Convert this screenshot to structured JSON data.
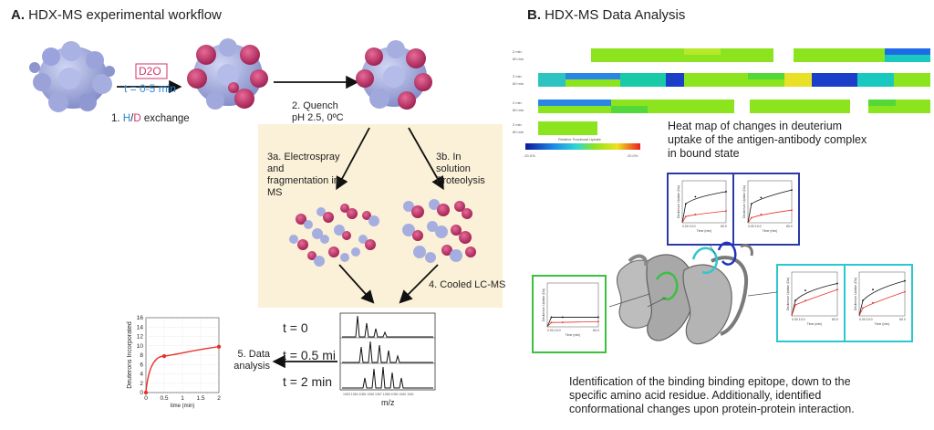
{
  "panel_a": {
    "title_letter": "A.",
    "title_text": "HDX-MS experimental workflow",
    "d2o_label": "D2O",
    "time_label": "t = 0-5 min",
    "step1_prefix": "1. ",
    "step1_h": "H",
    "step1_slash": "/",
    "step1_d": "D",
    "step1_suffix": " exchange",
    "step2_line1": "2. Quench",
    "step2_line2": "pH 2.5, 0ºC",
    "step3a": "3a. Electrospray and fragmentation in MS",
    "step3b": "3b. In solution Proteolysis",
    "step4": "4. Cooled LC-MS",
    "step5_line1": "5. Data",
    "step5_line2": "analysis",
    "spec_t0": "t = 0",
    "spec_t05": "t = 0.5 mi",
    "spec_t2": "t = 2 min",
    "spec_xlabel": "m/z"
  },
  "panel_b": {
    "title_letter": "B.",
    "title_text": "HDX-MS Data Analysis",
    "heatmap_caption": "Heat map of changes in deuterium uptake of the antigen-antibody complex in bound state",
    "colorbar_label": "Relative Fractional Uptake",
    "colorbar_min": "-20.0%",
    "colorbar_max": "20.0%",
    "bottom_caption": "Identification of the binding binding epitope, down to the specific amino acid residue. Additionally, identified conformational changes upon protein-protein interaction.",
    "inset_ylabel": "Deuterium Uptake (Da)",
    "inset_xlabel": "Time (min)",
    "inset_x0": "0.00",
    "inset_x1": "10.0",
    "inset_x2": "60.0",
    "row_label_2min": "2 min",
    "row_label_60min": "60 min"
  },
  "chart_data": {
    "type": "line",
    "title": "",
    "xlabel": "time (min)",
    "ylabel": "Deuterons Incorporated",
    "xlim": [
      0,
      2
    ],
    "ylim": [
      0,
      16
    ],
    "xticks": [
      0,
      0.5,
      1,
      1.5,
      2
    ],
    "yticks": [
      0,
      2,
      4,
      6,
      8,
      10,
      12,
      14,
      16
    ],
    "series": [
      {
        "x": [
          0,
          0.5,
          2
        ],
        "values": [
          0,
          7.8,
          9.8
        ],
        "color": "#e8322c"
      }
    ]
  },
  "colors": {
    "protein_blue": "#a6aee0",
    "protein_pink": "#c6316a",
    "beige": "#fbf1d8",
    "blue_frame": "#2a3aa8",
    "green_frame": "#3cc040",
    "cyan_frame": "#2dc7cf"
  }
}
